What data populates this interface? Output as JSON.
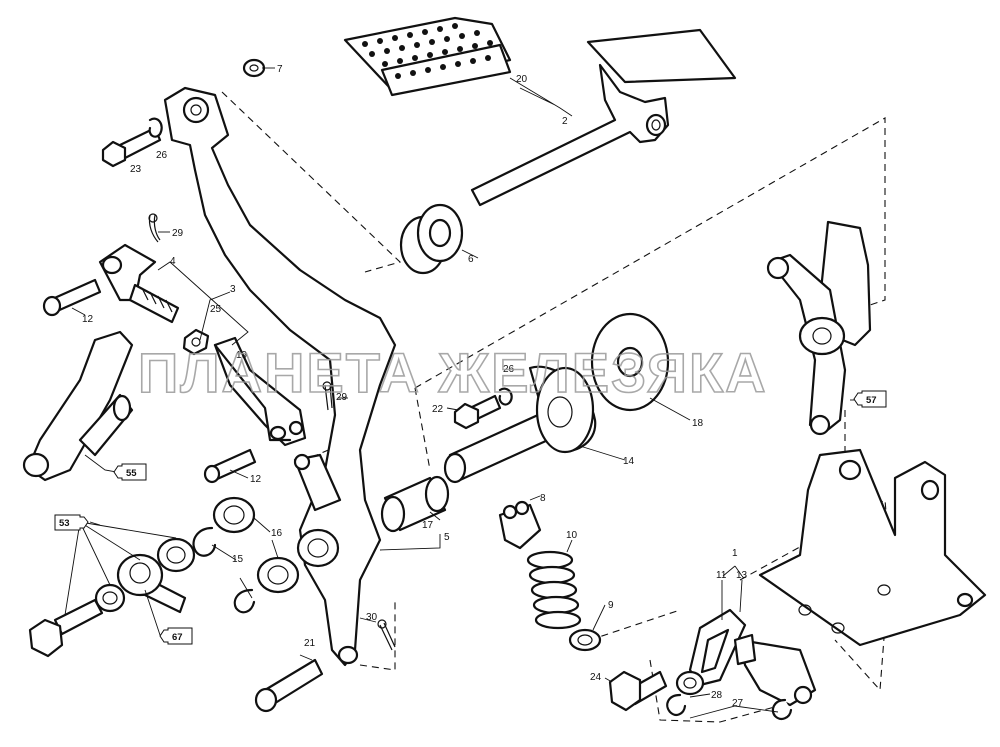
{
  "watermark": "ПЛАНЕТА ЖЕЛЕЗЯКА",
  "callouts": {
    "c1": "1",
    "c2": "2",
    "c3": "3",
    "c4": "4",
    "c5": "5",
    "c6": "6",
    "c7": "7",
    "c8": "8",
    "c9": "9",
    "c10": "10",
    "c11": "11",
    "c12a": "12",
    "c12b": "12",
    "c13": "13",
    "c14": "14",
    "c15": "15",
    "c16": "16",
    "c17": "17",
    "c18": "18",
    "c19": "19",
    "c20": "20",
    "c21": "21",
    "c22": "22",
    "c23": "23",
    "c24": "24",
    "c25": "25",
    "c26a": "26",
    "c26b": "26",
    "c27": "27",
    "c28": "28",
    "c29a": "29",
    "c29b": "29",
    "c30": "30"
  },
  "refs": {
    "r53": "53",
    "r55": "55",
    "r57": "57",
    "r67": "67"
  },
  "colors": {
    "line": "#111111",
    "watermark": "#9a9a9a",
    "background": "#ffffff"
  }
}
